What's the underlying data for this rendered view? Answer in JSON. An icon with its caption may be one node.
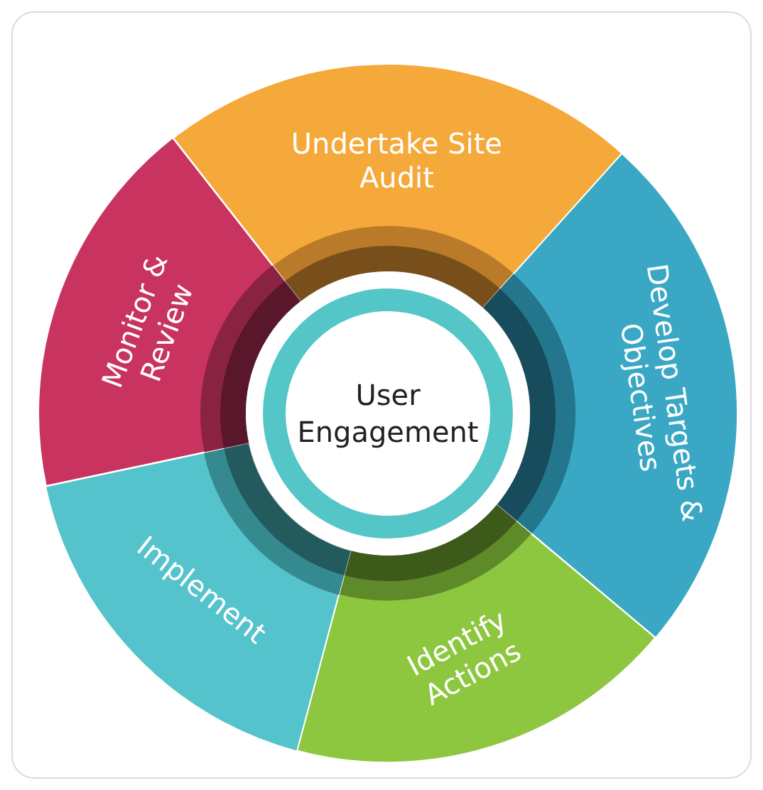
{
  "diagram": {
    "nodes": [
      {
        "text": [
          "Undertake Site Audit"
        ]
      },
      {
        "text": [
          "Develop Targets & Objectives"
        ]
      },
      {
        "text": [
          "Identify Actions"
        ]
      },
      {
        "text": [
          "Implement"
        ]
      },
      {
        "text": [
          "Monitor & Review"
        ]
      },
      {
        "text": [
          "User Engagement"
        ]
      }
    ]
  }
}
